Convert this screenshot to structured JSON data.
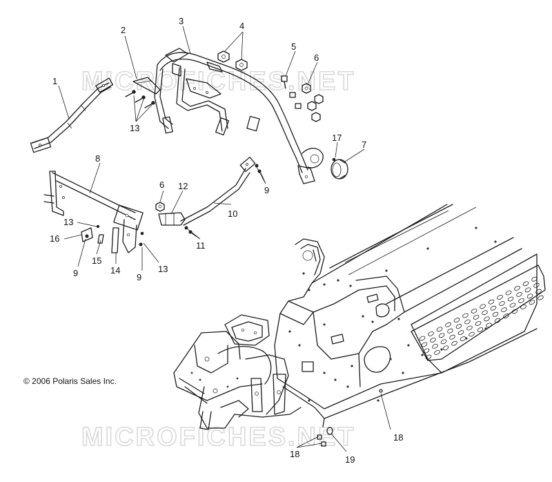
{
  "watermark": "MICROFICHES.NET",
  "copyright": "© 2006 Polaris Sales Inc.",
  "callouts": [
    {
      "id": "c1",
      "label": "1"
    },
    {
      "id": "c2",
      "label": "2"
    },
    {
      "id": "c3",
      "label": "3"
    },
    {
      "id": "c4",
      "label": "4"
    },
    {
      "id": "c5",
      "label": "5"
    },
    {
      "id": "c6a",
      "label": "6"
    },
    {
      "id": "c7",
      "label": "7"
    },
    {
      "id": "c17",
      "label": "17"
    },
    {
      "id": "c13a",
      "label": "13"
    },
    {
      "id": "c8",
      "label": "8"
    },
    {
      "id": "c6b",
      "label": "6"
    },
    {
      "id": "c12",
      "label": "12"
    },
    {
      "id": "c9a",
      "label": "9"
    },
    {
      "id": "c10",
      "label": "10"
    },
    {
      "id": "c13b",
      "label": "13"
    },
    {
      "id": "c16",
      "label": "16"
    },
    {
      "id": "c11",
      "label": "11"
    },
    {
      "id": "c15",
      "label": "15"
    },
    {
      "id": "c14",
      "label": "14"
    },
    {
      "id": "c9b",
      "label": "9"
    },
    {
      "id": "c9c",
      "label": "9"
    },
    {
      "id": "c13c",
      "label": "13"
    },
    {
      "id": "c18a",
      "label": "18"
    },
    {
      "id": "c18b",
      "label": "18"
    },
    {
      "id": "c19",
      "label": "19"
    }
  ]
}
